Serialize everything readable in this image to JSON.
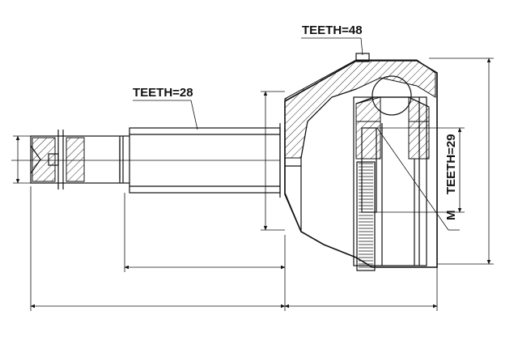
{
  "labels": {
    "teeth_outer": "TEETH=48",
    "teeth_shaft": "TEETH=28",
    "teeth_inner": "TEETH=29",
    "thread": "M"
  }
}
